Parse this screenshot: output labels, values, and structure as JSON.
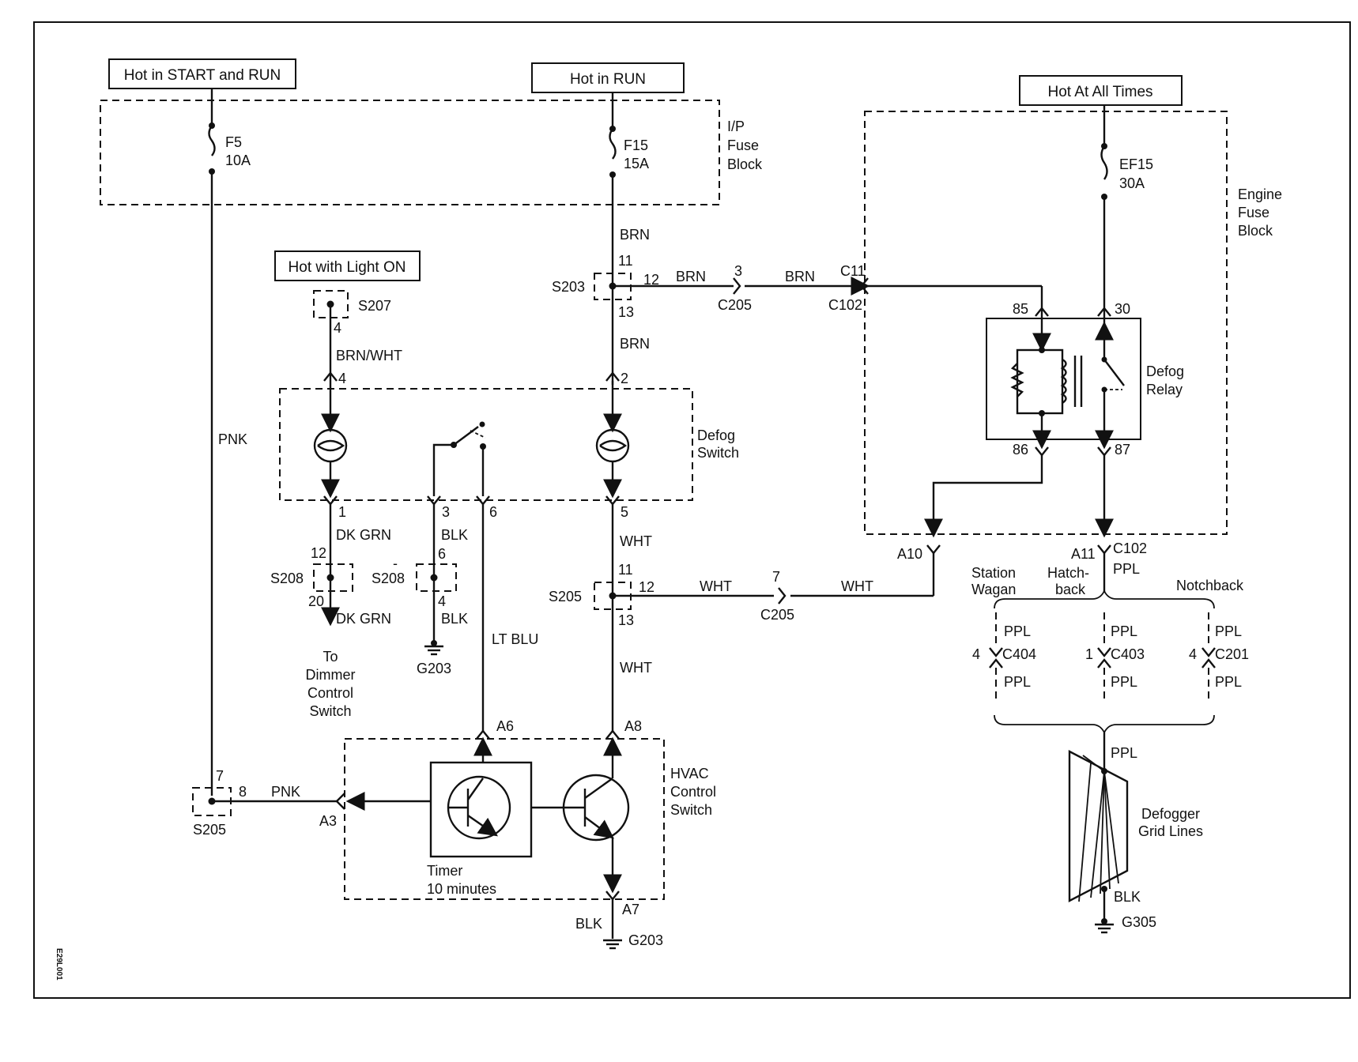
{
  "power": {
    "start_run": "Hot in START and RUN",
    "run": "Hot in RUN",
    "all_times": "Hot At All Times",
    "light_on": "Hot with Light ON"
  },
  "fuses": {
    "f5_name": "F5",
    "f5_rating": "10A",
    "f15_name": "F15",
    "f15_rating": "15A",
    "ef15_name": "EF15",
    "ef15_rating": "30A"
  },
  "blocks": {
    "ip_fuse": [
      "I/P",
      "Fuse",
      "Block"
    ],
    "engine_fuse": [
      "Engine",
      "Fuse",
      "Block"
    ],
    "defog_switch": [
      "Defog",
      "Switch"
    ],
    "defog_relay": [
      "Defog",
      "Relay"
    ],
    "hvac": [
      "HVAC",
      "Control",
      "Switch"
    ],
    "timer": [
      "Timer",
      "10 minutes"
    ],
    "dimmer": [
      "To",
      "Dimmer",
      "Control",
      "Switch"
    ],
    "grid": [
      "Defogger",
      "Grid Lines"
    ]
  },
  "wires": {
    "brn": "BRN",
    "brn_wht": "BRN/WHT",
    "pnk": "PNK",
    "dk_grn": "DK GRN",
    "blk": "BLK",
    "lt_blu": "LT BLU",
    "wht": "WHT",
    "ppl": "PPL"
  },
  "splices": {
    "s203": "S203",
    "s207": "S207",
    "s208": "S208",
    "s205": "S205"
  },
  "connectors": {
    "c205": "C205",
    "c102": "C102",
    "c11": "C11",
    "c404": "C404",
    "c403": "C403",
    "c201": "C201"
  },
  "grounds": {
    "g203": "G203",
    "g305": "G305"
  },
  "pins": {
    "p11": "11",
    "p12": "12",
    "p13": "13",
    "p3": "3",
    "p4": "4",
    "p2": "2",
    "p1": "1",
    "p6": "6",
    "p5": "5",
    "p20": "20",
    "p7": "7",
    "p8": "8",
    "p85": "85",
    "p86": "86",
    "p30": "30",
    "p87": "87",
    "a10": "A10",
    "a11": "A11",
    "a6": "A6",
    "a8": "A8",
    "a3": "A3",
    "a7": "A7",
    "dash": "-"
  },
  "variants": {
    "station_wagon": [
      "Station",
      "Wagan"
    ],
    "hatchback": [
      "Hatch-",
      "back"
    ],
    "notchback": "Notchback"
  },
  "figure_id": "E29L001"
}
